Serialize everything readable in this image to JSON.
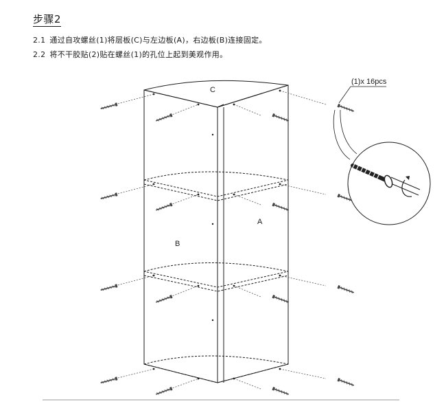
{
  "heading": "步骤2",
  "steps": [
    {
      "num": "2.1",
      "text": "通过自攻螺丝(1)将层板(C)与左边板(A)，右边板(B)连接固定。"
    },
    {
      "num": "2.2",
      "text": "将不干胶贴(2)贴在螺丝(1)的孔位上起到美观作用。"
    }
  ],
  "figure": {
    "label_top_shelf": "C",
    "label_right_panel": "A",
    "label_left_panel": "B",
    "callout": "(1)x 16pcs"
  }
}
